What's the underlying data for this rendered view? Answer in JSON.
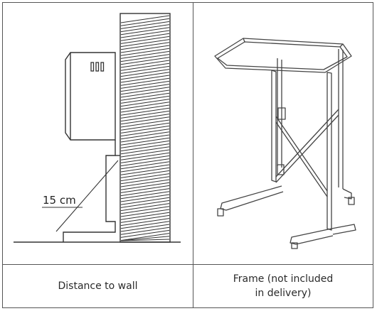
{
  "figures": [
    {
      "id": "wall",
      "caption_lines": [
        "Distance to wall"
      ],
      "measure_label": "15 cm",
      "unit_vent_label": "▯▯▯"
    },
    {
      "id": "frame",
      "caption_lines": [
        "Frame (not included",
        "in delivery)"
      ]
    }
  ],
  "colors": {
    "line": "#333333",
    "border": "#555555",
    "text": "#2a2a2a"
  }
}
